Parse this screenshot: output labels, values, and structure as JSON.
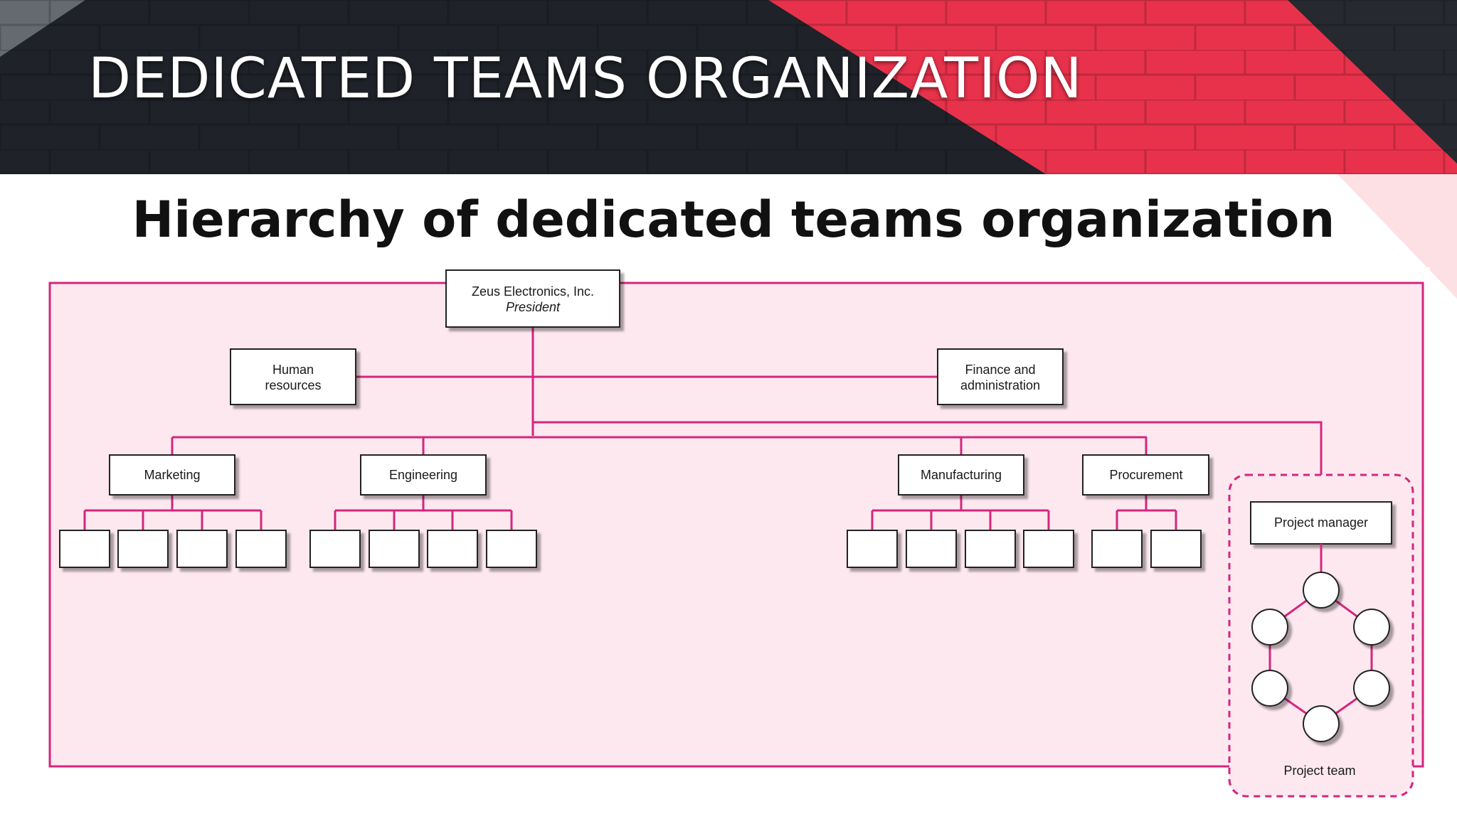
{
  "slide": {
    "title": "DEDICATED TEAMS ORGANIZATION",
    "subtitle": "Hierarchy of dedicated teams organization"
  },
  "colors": {
    "connector": "#d4267f",
    "panel_fill": "#fde8ef",
    "box_fill": "#ffffff",
    "box_border": "#222222",
    "accent_red": "#e8324b",
    "dark_band": "#23262c"
  },
  "org_chart": {
    "president": {
      "line1": "Zeus Electronics, Inc.",
      "line2": "President"
    },
    "staff": {
      "hr": {
        "line1": "Human",
        "line2": "resources"
      },
      "finance": {
        "line1": "Finance and",
        "line2": "administration"
      }
    },
    "departments": [
      {
        "label": "Marketing",
        "sub_units": 4
      },
      {
        "label": "Engineering",
        "sub_units": 4
      },
      {
        "label": "Manufacturing",
        "sub_units": 4
      },
      {
        "label": "Procurement",
        "sub_units": 2
      }
    ],
    "project": {
      "manager": "Project manager",
      "team_label": "Project team",
      "team_members": 6
    }
  }
}
